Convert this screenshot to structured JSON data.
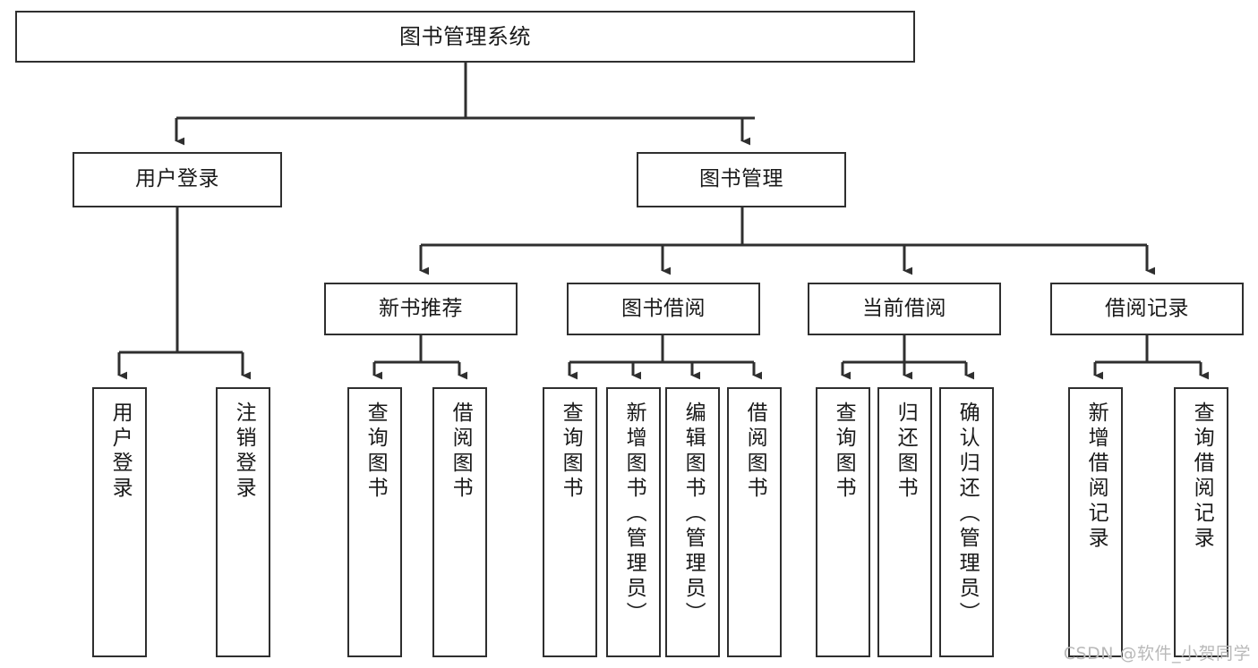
{
  "diagram": {
    "title": "图书管理系统",
    "type": "hierarchy-tree",
    "watermark": "CSDN @软件_小贺同学",
    "colors": {
      "box_border": "#2f2f2f",
      "box_fill": "#ffffff",
      "connector": "#2f2f2f",
      "text": "#1a1a1a",
      "watermark": "#b9b9b9",
      "background": "#ffffff"
    },
    "levels": {
      "root": {
        "label": "图书管理系统"
      },
      "level2": [
        {
          "id": "user-login",
          "label": "用户登录"
        },
        {
          "id": "book-management",
          "label": "图书管理"
        }
      ],
      "level3": [
        {
          "id": "new-book-recommend",
          "label": "新书推荐",
          "parent": "book-management"
        },
        {
          "id": "book-borrow",
          "label": "图书借阅",
          "parent": "book-management"
        },
        {
          "id": "current-borrow",
          "label": "当前借阅",
          "parent": "book-management"
        },
        {
          "id": "borrow-record",
          "label": "借阅记录",
          "parent": "book-management"
        }
      ],
      "leaves": [
        {
          "id": "leaf-user-login",
          "label": "用户登录",
          "parent": "user-login"
        },
        {
          "id": "leaf-user-logout",
          "label": "注销登录",
          "parent": "user-login"
        },
        {
          "id": "leaf-query-book-1",
          "label": "查询图书",
          "parent": "new-book-recommend"
        },
        {
          "id": "leaf-borrow-book-1",
          "label": "借阅图书",
          "parent": "new-book-recommend"
        },
        {
          "id": "leaf-query-book-2",
          "label": "查询图书",
          "parent": "book-borrow"
        },
        {
          "id": "leaf-add-book",
          "label": "新增图书（管理员）",
          "parent": "book-borrow"
        },
        {
          "id": "leaf-edit-book",
          "label": "编辑图书（管理员）",
          "parent": "book-borrow"
        },
        {
          "id": "leaf-borrow-book-2",
          "label": "借阅图书",
          "parent": "book-borrow"
        },
        {
          "id": "leaf-query-book-3",
          "label": "查询图书",
          "parent": "current-borrow"
        },
        {
          "id": "leaf-return-book",
          "label": "归还图书",
          "parent": "current-borrow"
        },
        {
          "id": "leaf-confirm-return",
          "label": "确认归还（管理员）",
          "parent": "current-borrow"
        },
        {
          "id": "leaf-add-record",
          "label": "新增借阅记录",
          "parent": "borrow-record"
        },
        {
          "id": "leaf-query-record",
          "label": "查询借阅记录",
          "parent": "borrow-record"
        }
      ]
    }
  }
}
